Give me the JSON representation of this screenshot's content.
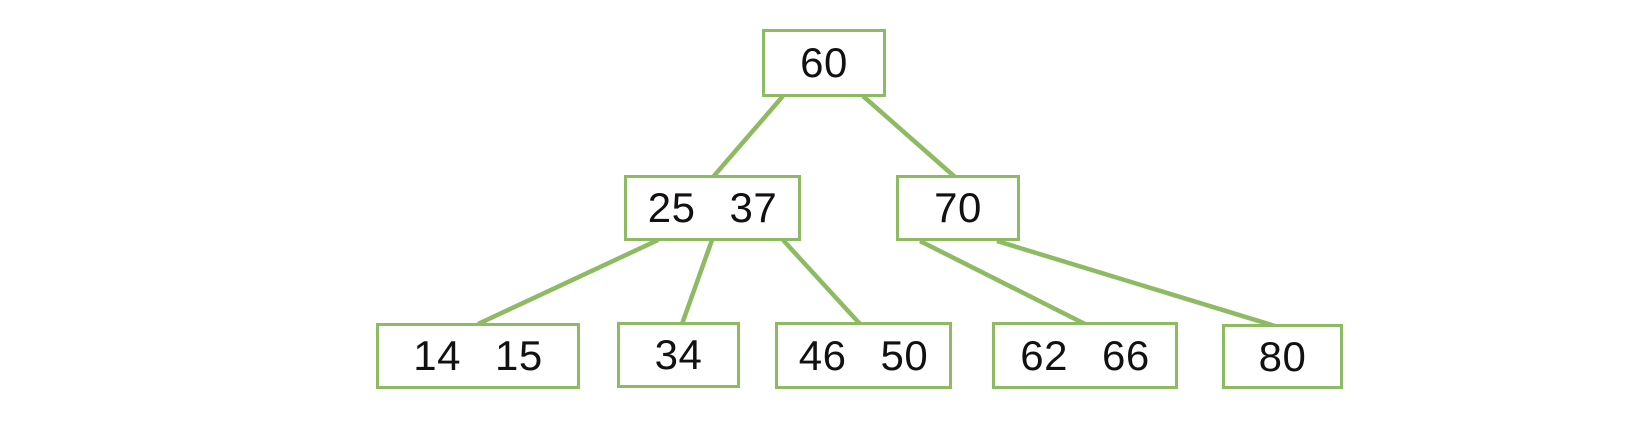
{
  "diagram": {
    "kind": "b-tree",
    "background_color": "#ffffff",
    "edge_color": "#8dba62",
    "node_border_color": "#8dba62",
    "text_color": "#111111",
    "nodes": {
      "root": {
        "id": "60",
        "keys": [
          "60"
        ]
      },
      "left": {
        "id": "25-37",
        "keys": [
          "25",
          "37"
        ]
      },
      "right": {
        "id": "70",
        "keys": [
          "70"
        ]
      },
      "leaf1": {
        "id": "14-15",
        "keys": [
          "14",
          "15"
        ]
      },
      "leaf2": {
        "id": "34",
        "keys": [
          "34"
        ]
      },
      "leaf3": {
        "id": "46-50",
        "keys": [
          "46",
          "50"
        ]
      },
      "leaf4": {
        "id": "62-66",
        "keys": [
          "62",
          "66"
        ]
      },
      "leaf5": {
        "id": "80",
        "keys": [
          "80"
        ]
      }
    },
    "edges": [
      {
        "from": "60",
        "to": "25-37"
      },
      {
        "from": "60",
        "to": "70"
      },
      {
        "from": "25-37",
        "to": "14-15"
      },
      {
        "from": "25-37",
        "to": "34"
      },
      {
        "from": "25-37",
        "to": "46-50"
      },
      {
        "from": "70",
        "to": "62-66"
      },
      {
        "from": "70",
        "to": "80"
      }
    ]
  }
}
